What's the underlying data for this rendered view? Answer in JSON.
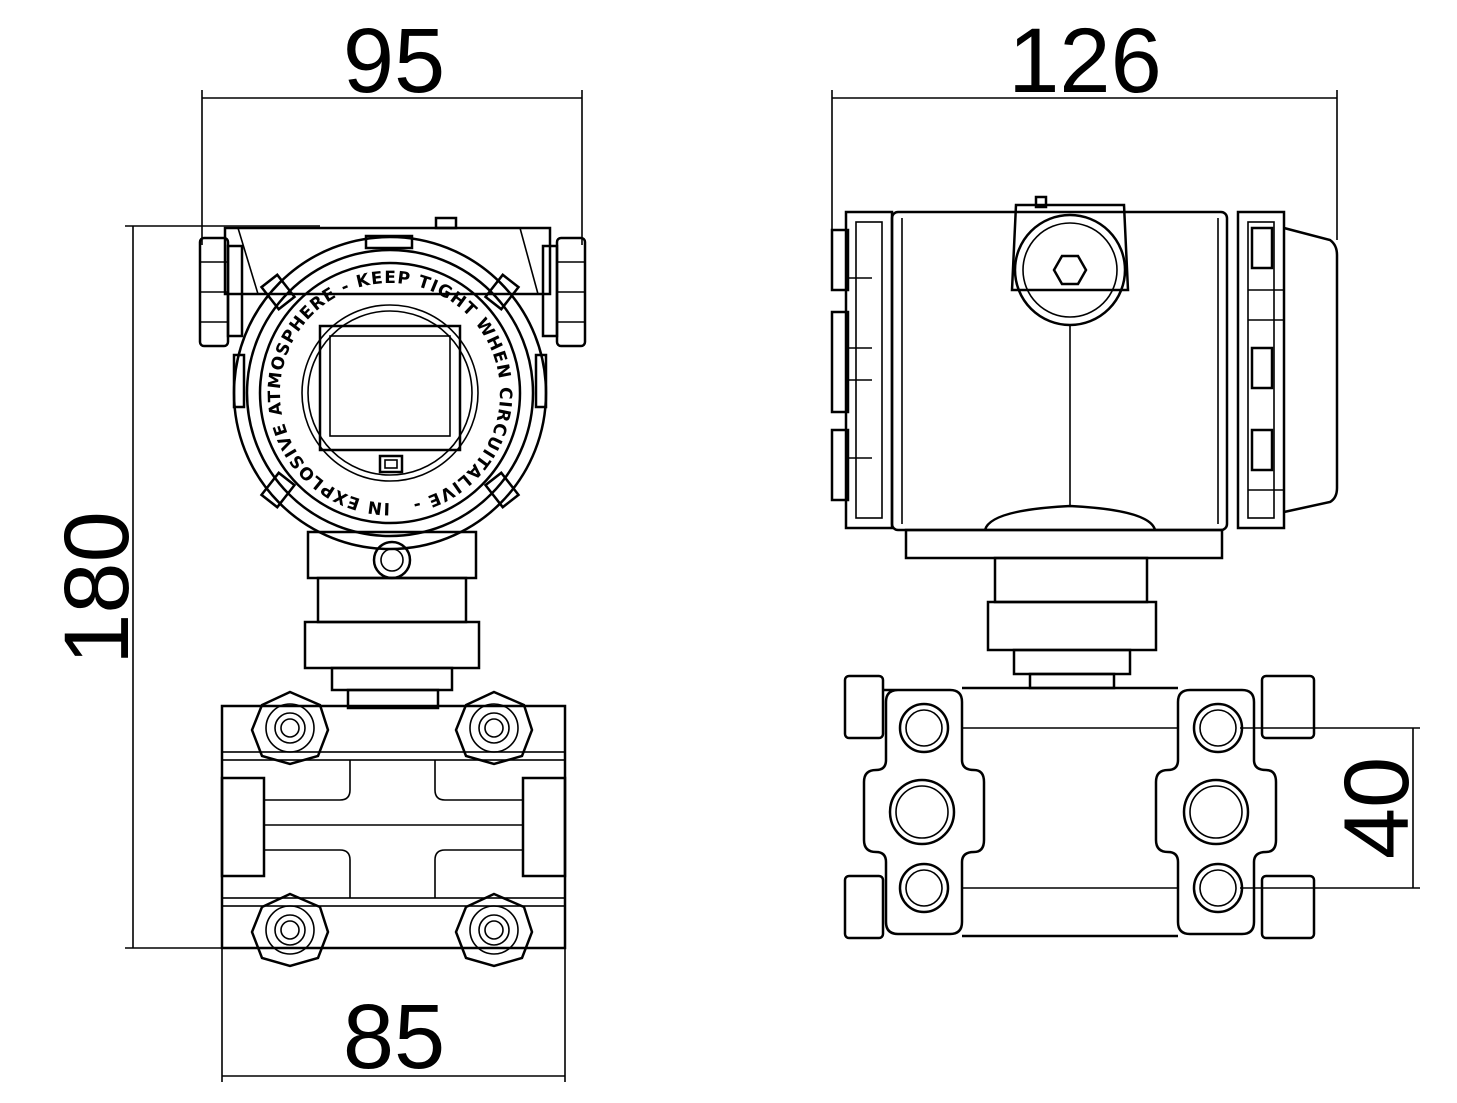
{
  "dimensions": {
    "front_width_top": "95",
    "front_height": "180",
    "front_width_bottom": "85",
    "side_width": "126",
    "side_flange_spacing": "40"
  },
  "labels": {
    "ring_text": "IN EXPLOSIVE ATMOSPHERE - KEEP TIGHT WHEN CIRCUITALIVE -"
  },
  "colors": {
    "line": "#000000",
    "background": "#ffffff"
  }
}
